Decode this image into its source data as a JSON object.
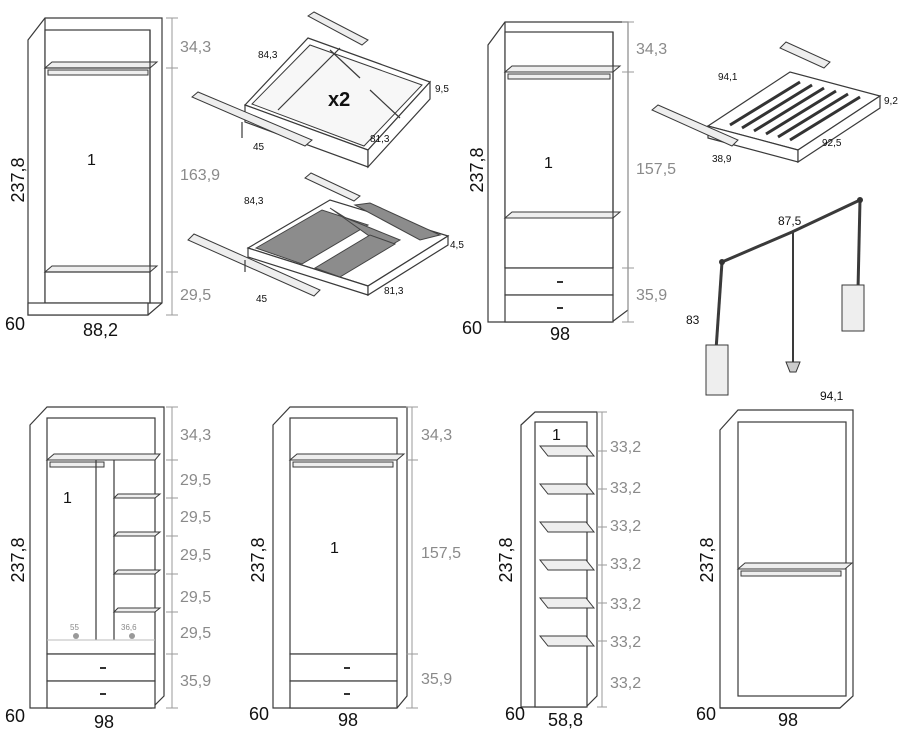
{
  "wardrobes": [
    {
      "height": "237,8",
      "depth": "60",
      "width": "88,2",
      "section_label": "1",
      "dims": [
        "34,3",
        "163,9",
        "29,5"
      ]
    },
    {
      "height": "237,8",
      "depth": "60",
      "width": "98",
      "section_label": "1",
      "dims": [
        "34,3",
        "157,5",
        "35,9"
      ]
    },
    {
      "height": "237,8",
      "depth": "60",
      "width": "98",
      "section_label": "1",
      "dims": [
        "34,3",
        "29,5",
        "29,5",
        "29,5",
        "29,5",
        "29,5",
        "35,9"
      ],
      "small_labels": [
        "55",
        "36,6"
      ]
    },
    {
      "height": "237,8",
      "depth": "60",
      "width": "98",
      "section_label": "1",
      "dims": [
        "34,3",
        "157,5",
        "35,9"
      ]
    },
    {
      "height": "237,8",
      "depth": "60",
      "width": "58,8",
      "section_label": "1",
      "dims": [
        "33,2",
        "33,2",
        "33,2",
        "33,2",
        "33,2",
        "33,2",
        "33,2"
      ]
    },
    {
      "height": "237,8",
      "depth": "60",
      "width": "98"
    }
  ],
  "accessories": {
    "glass_drawer": {
      "width": "84,3",
      "quantity": "x2",
      "height": "9,5",
      "depth": "81,3",
      "rail": "45"
    },
    "mesh_drawer": {
      "width": "84,3",
      "height": "4,5",
      "depth": "81,3",
      "rail": "45"
    },
    "trouser_rack": {
      "width": "94,1",
      "height": "9,2",
      "depth": "92,5",
      "rail": "38,9"
    },
    "pull_down_rail": {
      "top_width": "87,5",
      "height": "83",
      "width": "94,1"
    }
  }
}
